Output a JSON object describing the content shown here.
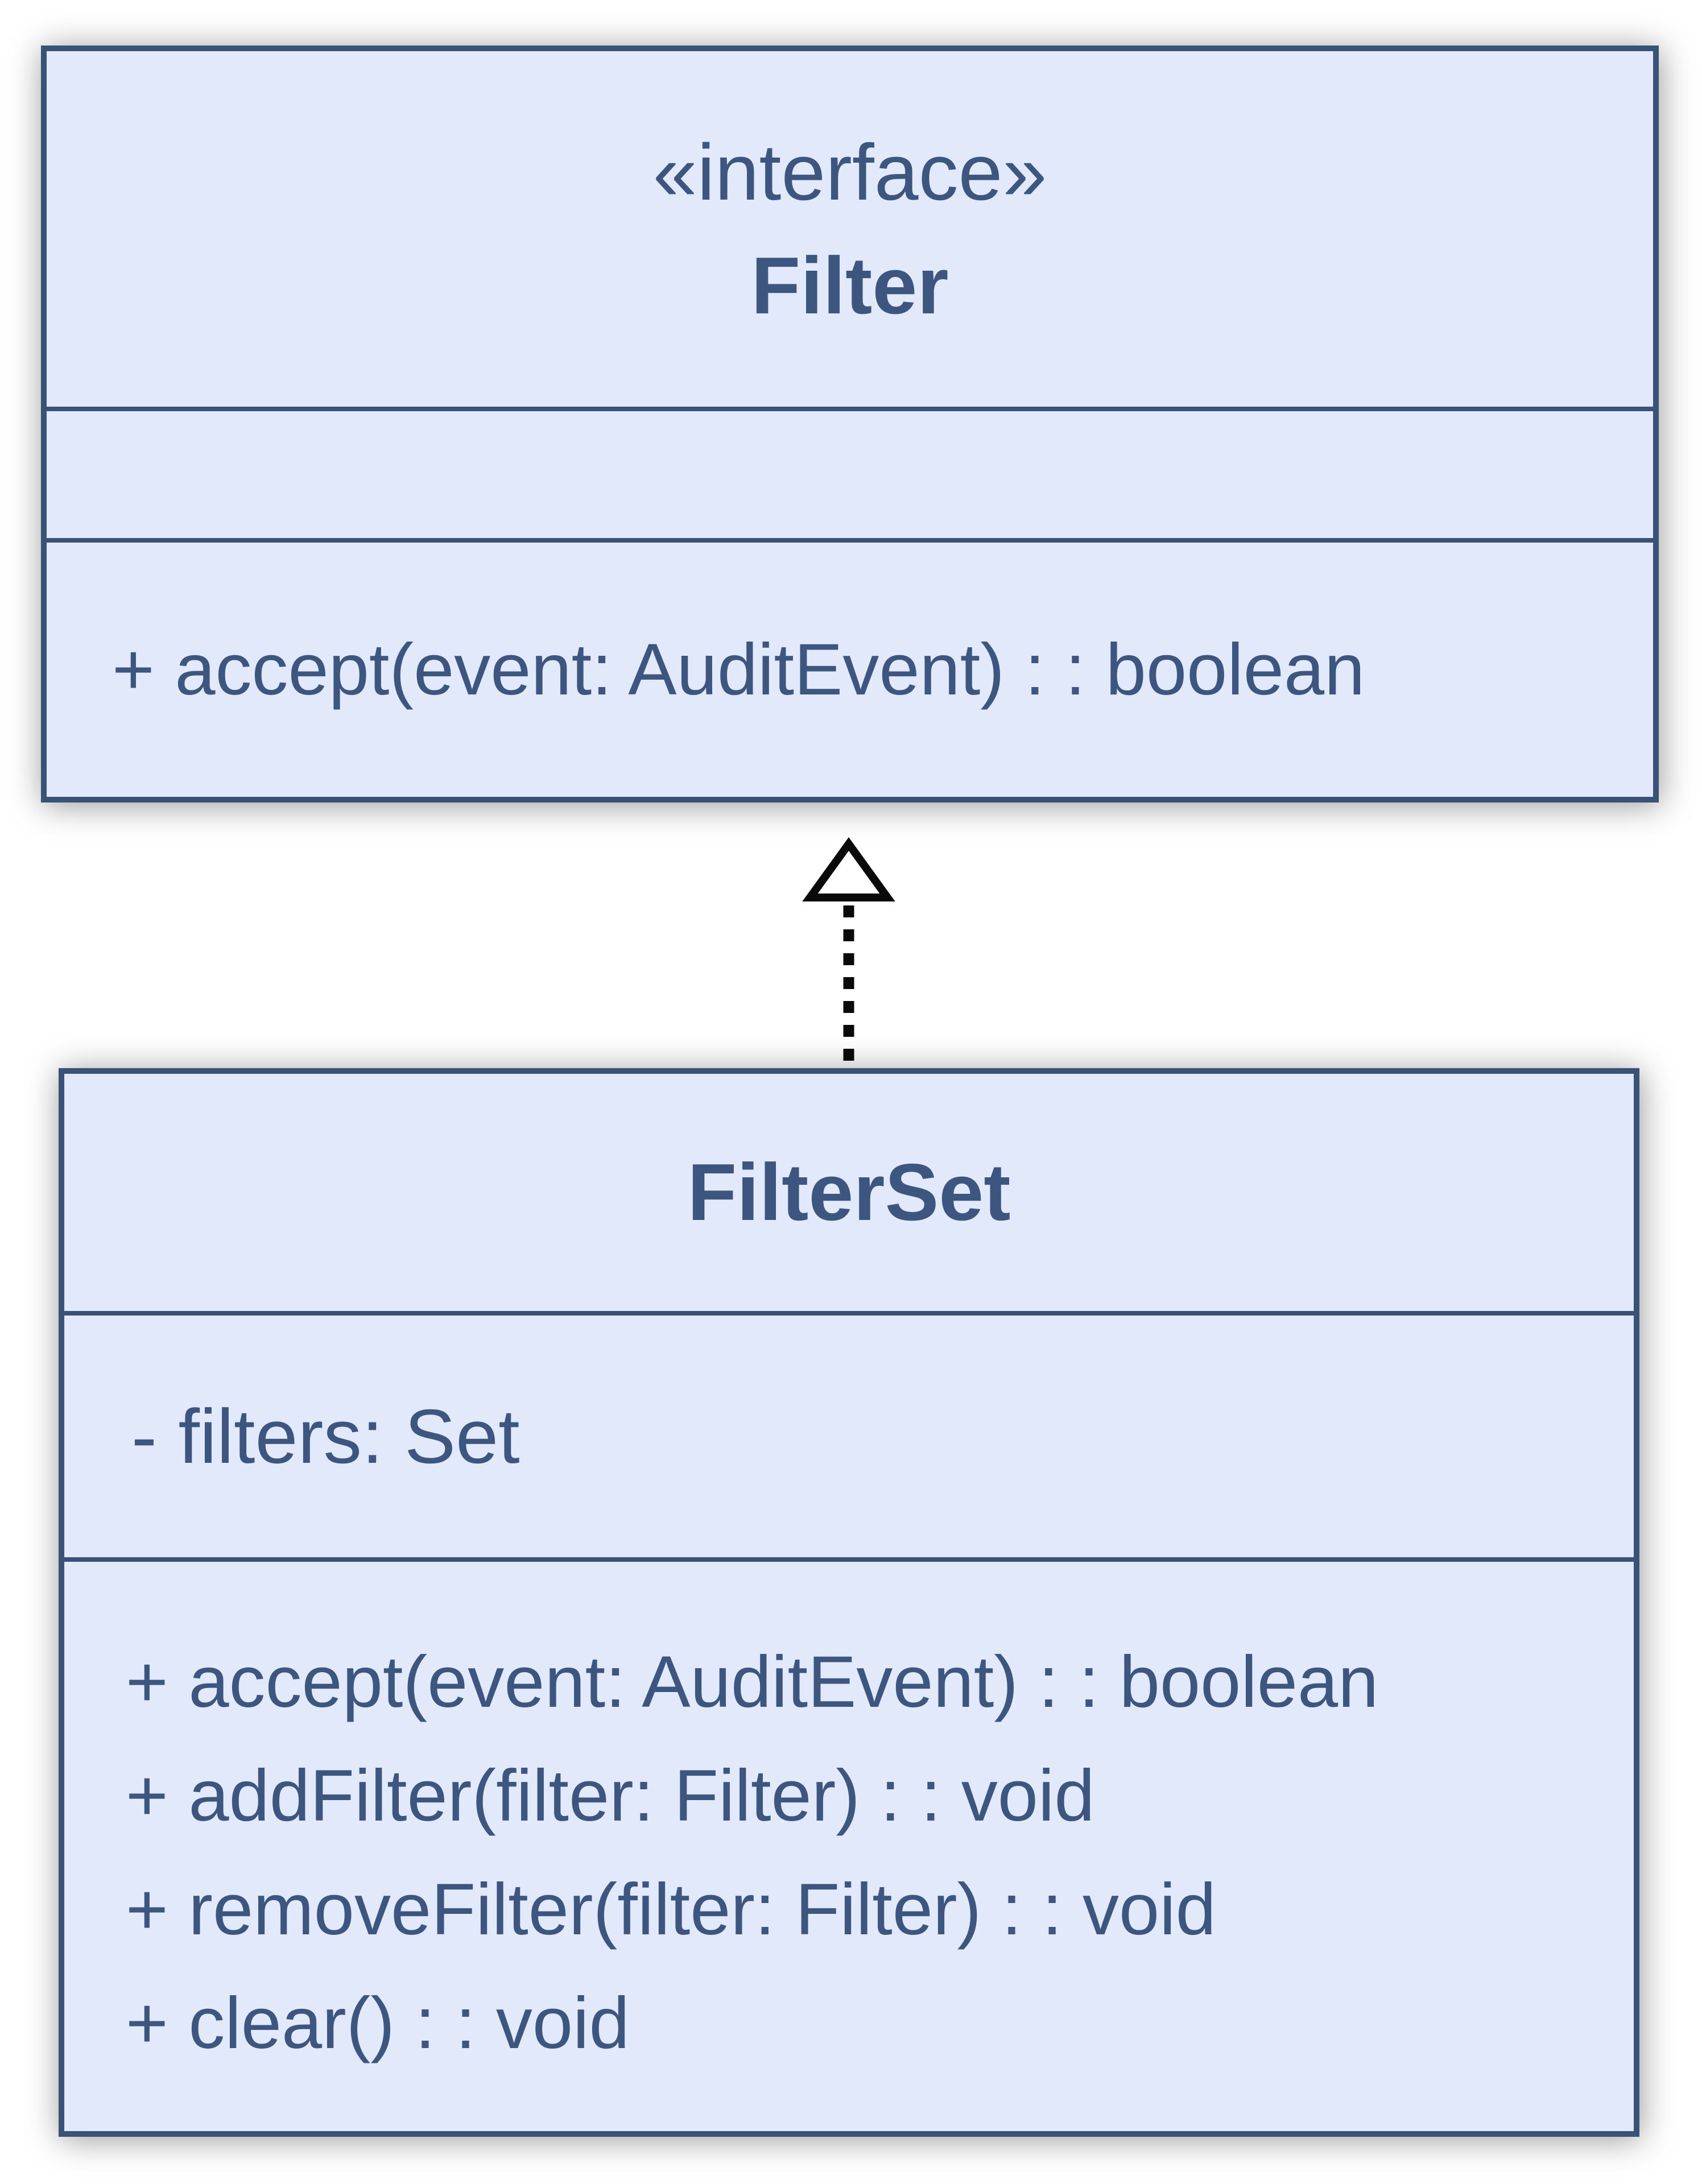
{
  "diagram": {
    "type": "uml-class-diagram",
    "colors": {
      "box_fill": "#e2e9fb",
      "box_border": "#3a5178",
      "text_color": "#3d5680",
      "arrow_color": "#0a0a0a",
      "page_bg": "#ffffff"
    },
    "relationship": {
      "icon": "realization-arrow",
      "style": "dashed-line-hollow-triangle",
      "from": "FilterSet",
      "to": "Filter"
    }
  },
  "interface_class": {
    "stereotype": "«interface»",
    "name": "Filter",
    "attributes": [],
    "methods": [
      "+ accept(event: AuditEvent) : : boolean"
    ]
  },
  "implementation_class": {
    "name": "FilterSet",
    "attributes": [
      "- filters: Set"
    ],
    "methods": [
      "+ accept(event: AuditEvent) : : boolean",
      "+ addFilter(filter: Filter) : : void",
      "+ removeFilter(filter: Filter) : : void",
      "+ clear() : : void"
    ]
  }
}
